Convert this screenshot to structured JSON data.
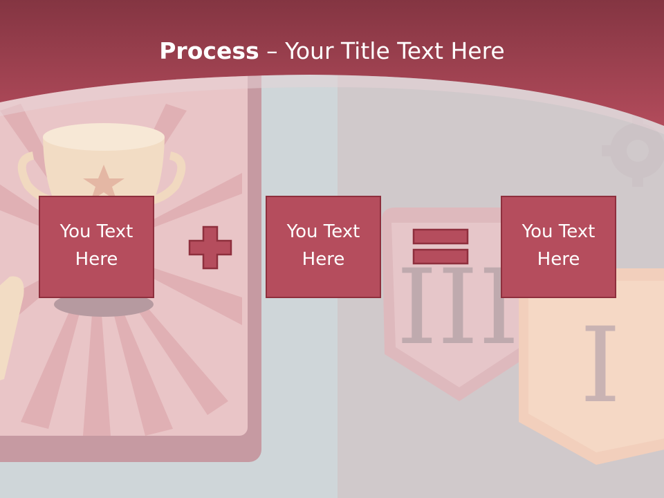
{
  "slide": {
    "title_strong": "Process",
    "title_rest": " – Your Title Text Here",
    "boxes": [
      {
        "label": "You Text Here"
      },
      {
        "label": "You Text Here"
      },
      {
        "label": "You Text Here"
      }
    ],
    "operators": [
      "plus-icon",
      "equals-icon"
    ],
    "background_icons": [
      "trophy-icon",
      "gear-icon",
      "shield-icon",
      "scroll-icon"
    ],
    "background_text": [
      "III",
      "I"
    ],
    "colors": {
      "header": "#b14a5a",
      "box_fill": "#b54d5d",
      "box_border": "#8e2f3d",
      "background": "#cfd6d9"
    }
  }
}
